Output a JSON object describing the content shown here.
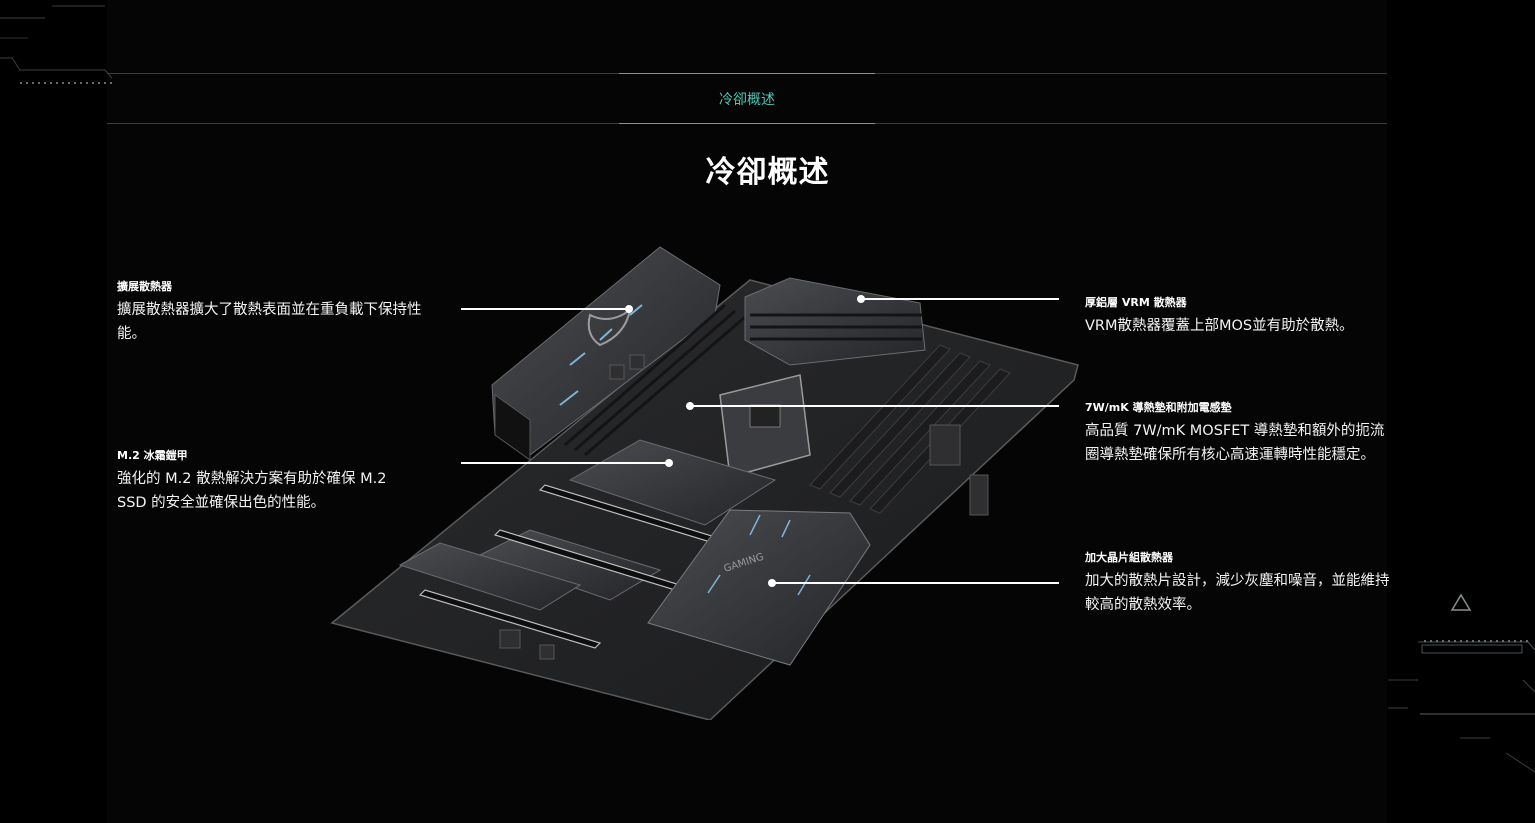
{
  "tab": {
    "label": "冷卻概述"
  },
  "page": {
    "title": "冷卻概述"
  },
  "features": [
    {
      "title": "擴展散熱器",
      "desc": "擴展散熱器擴大了散熱表面並在重負載下保持性能。"
    },
    {
      "title": "M.2 冰霜鎧甲",
      "desc": "強化的 M.2 散熱解決方案有助於確保 M.2 SSD 的安全並確保出色的性能。"
    },
    {
      "title": "厚鋁層 VRM 散熱器",
      "desc": "VRM散熱器覆蓋上部MOS並有助於散熱。"
    },
    {
      "title": "7W/mK 導熱墊和附加電感墊",
      "desc": "高品質 7W/mK MOSFET 導熱墊和額外的扼流圈導熱墊確保所有核心高速運轉時性能穩定。"
    },
    {
      "title": "加大晶片組散熱器",
      "desc": "加大的散熱片設計，減少灰塵和噪音，並能維持較高的散熱效率。"
    }
  ],
  "board": {
    "chipset_label": "GAMING"
  },
  "icons": {
    "back_to_top": "triangle-up-icon"
  },
  "colors": {
    "accent": "#4bc7b6",
    "background": "#000000"
  }
}
